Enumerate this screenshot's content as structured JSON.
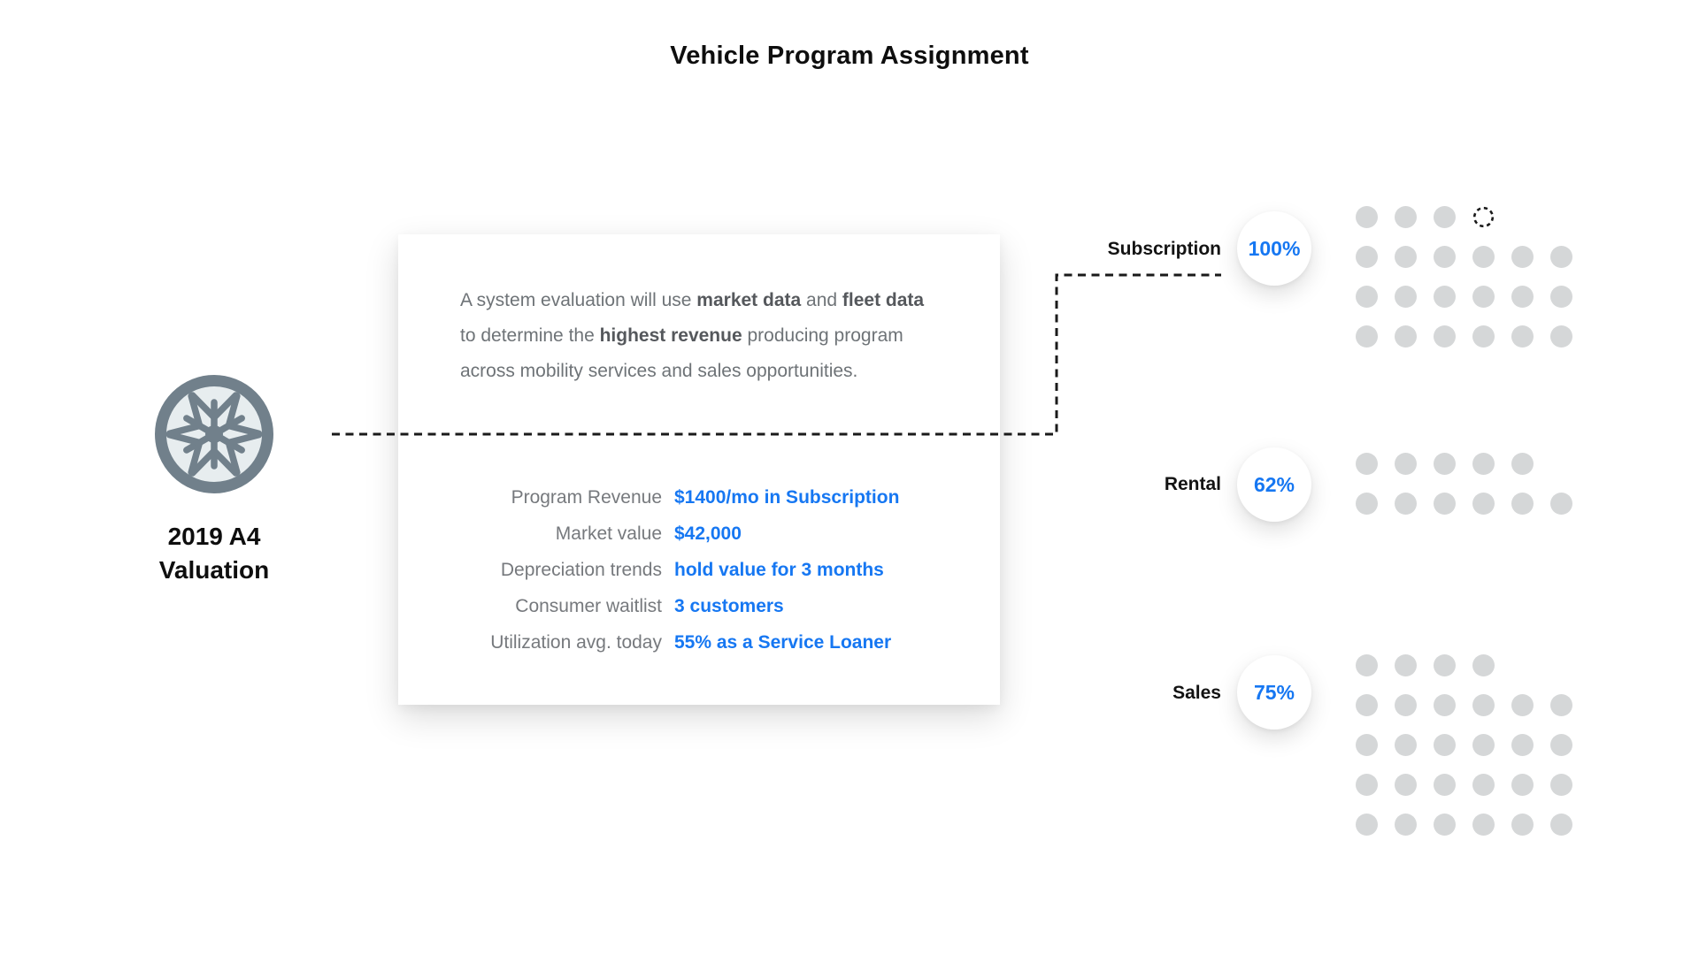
{
  "title": "Vehicle Program Assignment",
  "colors": {
    "accent_blue": "#1677F2",
    "dot_gray": "#D5D7D8",
    "wheel_slate": "#71808B",
    "body_gray": "#6E7377",
    "connector_black": "#1A1A1A"
  },
  "vehicle": {
    "icon": "wheel-icon",
    "title_lines": [
      "2019 A4",
      "Valuation"
    ]
  },
  "card": {
    "paragraph": {
      "segments": [
        {
          "text": "A system evaluation will use ",
          "bold": false
        },
        {
          "text": "market data",
          "bold": true
        },
        {
          "text": " and ",
          "bold": false
        },
        {
          "text": "fleet data",
          "bold": true
        },
        {
          "text": "to determine the ",
          "bold": false
        },
        {
          "text": "highest revenue",
          "bold": true
        },
        {
          "text": " producing program",
          "bold": false
        },
        {
          "text": "across mobility services and sales opportunities.",
          "bold": false
        }
      ]
    },
    "specs": [
      {
        "label": "Program Revenue",
        "value": "$1400/mo in Subscription"
      },
      {
        "label": "Market value",
        "value": "$42,000"
      },
      {
        "label": "Depreciation trends",
        "value": "hold value for 3 months"
      },
      {
        "label": "Consumer waitlist",
        "value": "3 customers"
      },
      {
        "label": "Utilization avg. today",
        "value": "55% as a Service Loaner"
      }
    ]
  },
  "programs": [
    {
      "label": "Subscription",
      "pct": "100%",
      "dot_rows": [
        {
          "filled": 3,
          "dashed_slot": true
        },
        {
          "filled": 6
        },
        {
          "filled": 6
        },
        {
          "filled": 6
        }
      ]
    },
    {
      "label": "Rental",
      "pct": "62%",
      "dot_rows": [
        {
          "filled": 5
        },
        {
          "filled": 6
        }
      ]
    },
    {
      "label": "Sales",
      "pct": "75%",
      "dot_rows": [
        {
          "filled": 4
        },
        {
          "filled": 6
        },
        {
          "filled": 6
        },
        {
          "filled": 6
        },
        {
          "filled": 6
        }
      ]
    }
  ]
}
